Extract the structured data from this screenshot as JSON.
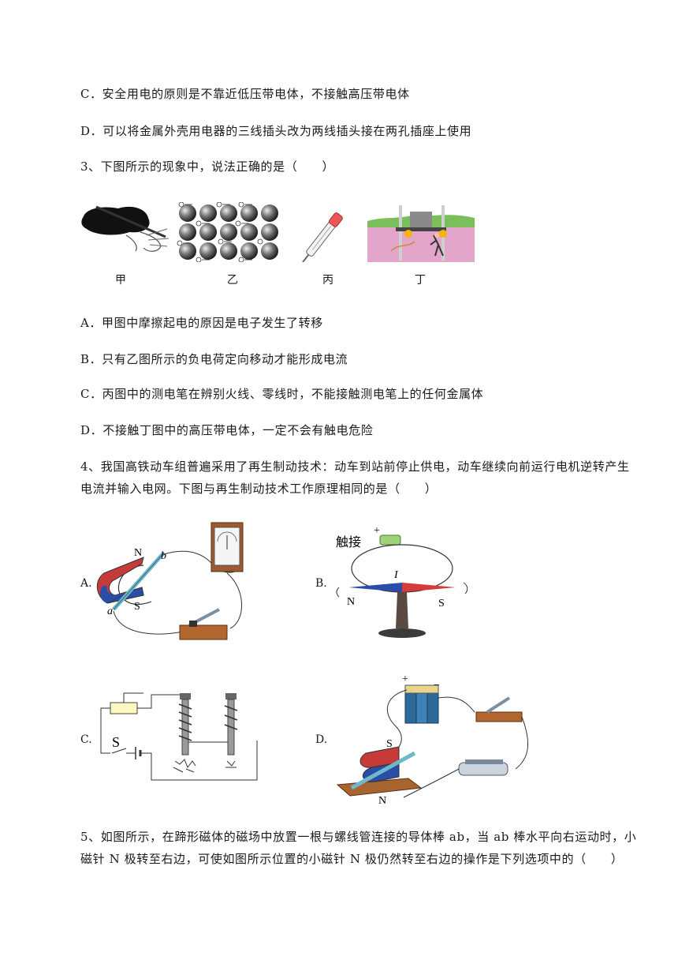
{
  "lines": {
    "q2c": "C．安全用电的原则是不靠近低压带电体，不接触高压带电体",
    "q2d": "D．可以将金属外壳用电器的三线插头改为两线插头接在两孔插座上使用",
    "q3": "3、下图所示的现象中，说法正确的是（　　）",
    "q3a": "A．甲图中摩擦起电的原因是电子发生了转移",
    "q3b": "B．只有乙图所示的负电荷定向移动才能形成电流",
    "q3c": "C．丙图中的测电笔在辨别火线、零线时，不能接触测电笔上的任何金属体",
    "q3d": "D．不接触丁图中的高压带电体，一定不会有触电危险",
    "q4_1": "4、我国高铁动车组普遍采用了再生制动技术：动车到站前停止供电，动车继续向前运行电机逆转产生",
    "q4_2": "电流并输入电网。下图与再生制动技术工作原理相同的是（　　）",
    "q5_1": "5、如图所示，在蹄形磁体的磁场中放置一根与螺线管连接的导体棒 ab，当 ab 棒水平向右运动时，小",
    "q5_2": "磁针 N 极转至右边，可使如图所示位置的小磁针 N 极仍然转至右边的操作是下列选项中的（　　）"
  },
  "q3_captions": [
    "甲",
    "乙",
    "丙",
    "丁"
  ],
  "q4_options": {
    "a": {
      "label": "A.",
      "n": "N",
      "s": "S",
      "a": "a",
      "b": "b"
    },
    "b": {
      "label": "B.",
      "touch": "触接",
      "plus": "+",
      "current": "I",
      "n": "N",
      "s": "S"
    },
    "c": {
      "label": "C.",
      "switch": "S"
    },
    "d": {
      "label": "D.",
      "s": "S",
      "n": "N",
      "plus": "+",
      "minus": "−"
    }
  }
}
